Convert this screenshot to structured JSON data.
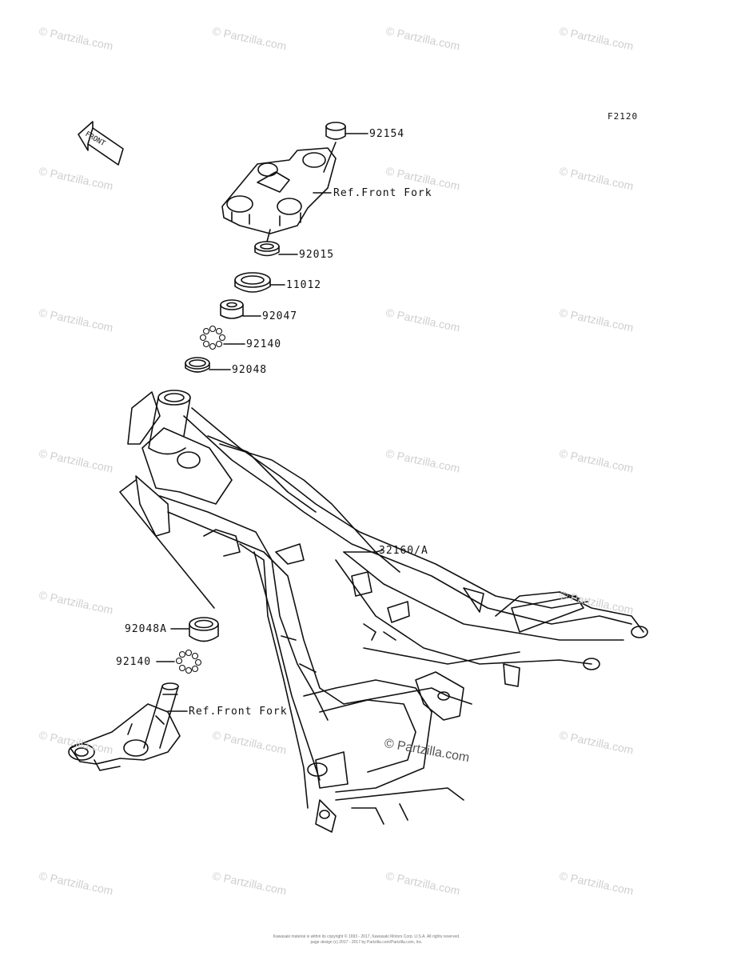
{
  "diagram_code": "F2120",
  "front_arrow_label": "FRONT",
  "watermark": "© Partzilla.com",
  "callouts": {
    "p92154": "92154",
    "ref_front_fork_top": "Ref.Front Fork",
    "p92015": "92015",
    "p11012": "11012",
    "p92047": "92047",
    "p92140_top": "92140",
    "p92048": "92048",
    "p32160a": "32160/A",
    "p92048a": "92048A",
    "p92140_bottom": "92140",
    "ref_front_fork_bottom": "Ref.Front Fork"
  },
  "footer": {
    "line1": "Kawasaki material is within its copyright © 1993 - 2017, Kawasaki Motors Corp. U.S.A. All rights reserved.",
    "line2": "page design (c) 2017 - 2017 by Partzilla.com/Partzilla.com, Inc."
  }
}
